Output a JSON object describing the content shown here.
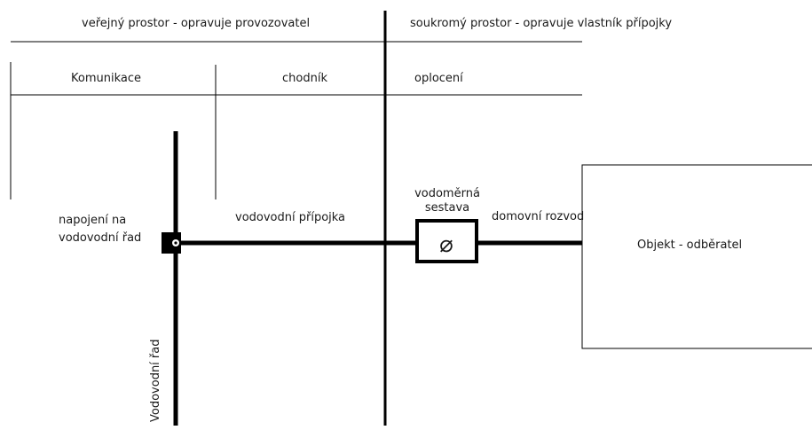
{
  "zones": {
    "public": "veřejný prostor - opravuje provozovatel",
    "private": "soukromý prostor - opravuje vlastník přípojky"
  },
  "columns": {
    "road": "Komunikace",
    "sidewalk": "chodník",
    "fence": "oplocení"
  },
  "labels": {
    "connection_line1": "napojení na",
    "connection_line2": "vodovodní řad",
    "service_pipe": "vodovodní přípojka",
    "meter_line1": "vodoměrná",
    "meter_line2": "sestava",
    "meter_symbol": "⌀",
    "house_distribution": "domovní rozvod",
    "building": "Objekt - odběratel",
    "main_pipe": "Vodovodní řad"
  }
}
